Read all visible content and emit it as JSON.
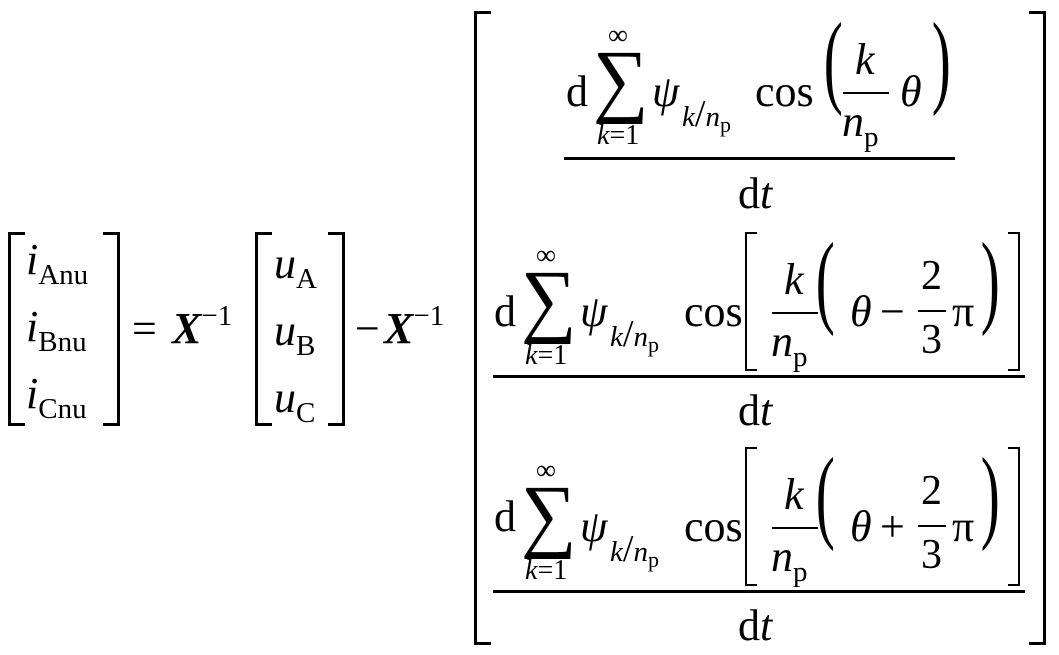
{
  "equation": {
    "lhs_vector": [
      {
        "base": "i",
        "sub": "Anu"
      },
      {
        "base": "i",
        "sub": "Bnu"
      },
      {
        "base": "i",
        "sub": "Cnu"
      }
    ],
    "equals": "=",
    "matrix_symbol": "X",
    "inverse_exp": "−1",
    "voltage_vector": [
      {
        "base": "u",
        "sub": "A"
      },
      {
        "base": "u",
        "sub": "B"
      },
      {
        "base": "u",
        "sub": "C"
      }
    ],
    "minus": "−",
    "rows": [
      {
        "d": "d",
        "sum": "∑",
        "sum_upper": "∞",
        "sum_lower_var": "k",
        "sum_lower_eq": "=1",
        "psi": "ψ",
        "psi_sub_k": "k",
        "psi_sub_slash": "/",
        "psi_sub_n": "n",
        "psi_sub_p": "p",
        "cos": "cos",
        "k": "k",
        "n": "n",
        "p": "p",
        "theta": "θ",
        "sign": "",
        "frac_num": "",
        "frac_den": "",
        "pi": "",
        "den_d": "d",
        "den_t": "t"
      },
      {
        "d": "d",
        "sum": "∑",
        "sum_upper": "∞",
        "sum_lower_var": "k",
        "sum_lower_eq": "=1",
        "psi": "ψ",
        "psi_sub_k": "k",
        "psi_sub_slash": "/",
        "psi_sub_n": "n",
        "psi_sub_p": "p",
        "cos": "cos",
        "k": "k",
        "n": "n",
        "p": "p",
        "theta": "θ",
        "sign": "−",
        "frac_num": "2",
        "frac_den": "3",
        "pi": "π",
        "den_d": "d",
        "den_t": "t"
      },
      {
        "d": "d",
        "sum": "∑",
        "sum_upper": "∞",
        "sum_lower_var": "k",
        "sum_lower_eq": "=1",
        "psi": "ψ",
        "psi_sub_k": "k",
        "psi_sub_slash": "/",
        "psi_sub_n": "n",
        "psi_sub_p": "p",
        "cos": "cos",
        "k": "k",
        "n": "n",
        "p": "p",
        "theta": "θ",
        "sign": "+",
        "frac_num": "2",
        "frac_den": "3",
        "pi": "π",
        "den_d": "d",
        "den_t": "t"
      }
    ]
  }
}
